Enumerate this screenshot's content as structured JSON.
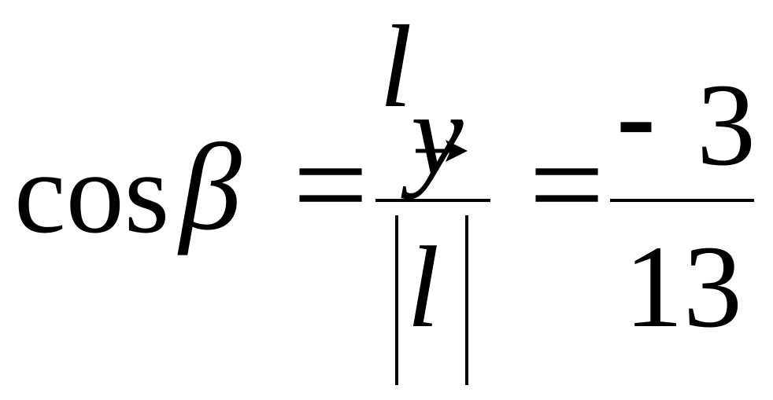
{
  "formula": {
    "lhs_function": "cos",
    "lhs_variable": "β",
    "equals": "=",
    "frac1": {
      "numerator_vector": "l",
      "numerator_subscript": "y",
      "denominator": "l",
      "denominator_bars": "|l|"
    },
    "frac2": {
      "numerator_sign": "-",
      "numerator_value": "3",
      "denominator": "13"
    }
  }
}
